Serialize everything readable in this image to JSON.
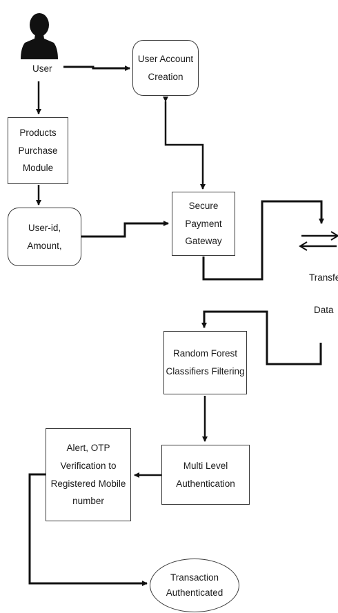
{
  "user": {
    "label": "User",
    "icon": "user-silhouette-icon"
  },
  "nodes": {
    "account_creation": [
      "User Account",
      "Creation"
    ],
    "purchase_module": [
      "Products",
      "Purchase",
      "Module"
    ],
    "user_amount": [
      "User-id,",
      "Amount,"
    ],
    "payment_gateway": [
      "Secure",
      "Payment",
      "Gateway"
    ],
    "random_forest": [
      "Random Forest",
      "Classifiers Filtering"
    ],
    "multi_level_auth": [
      "Multi Level",
      "Authentication"
    ],
    "alert_otp": [
      "Alert, OTP",
      "Verification to",
      "Registered Mobile",
      "number"
    ],
    "transaction_auth": [
      "Transaction",
      "Authenticated"
    ]
  },
  "transfer": {
    "line1": "Transfe",
    "line2": "Data",
    "icon": "transfer-arrows-icon"
  },
  "colors": {
    "stroke": "#111111",
    "border": "#3a3a3a",
    "text": "#1a1a1a"
  }
}
